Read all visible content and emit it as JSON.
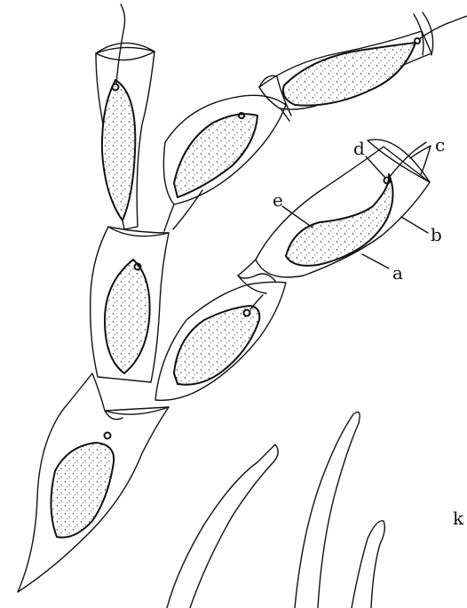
{
  "labels": {
    "a": "a",
    "b": "b",
    "c": "c",
    "d": "d",
    "e": "e",
    "k": "k"
  }
}
